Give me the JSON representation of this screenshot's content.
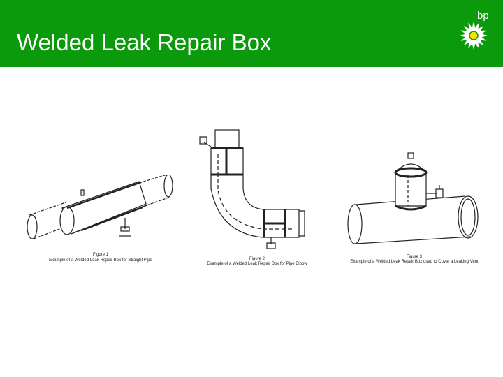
{
  "slide": {
    "title": "Welded Leak Repair Box",
    "logo_text": "bp",
    "header_color": "#0b9a0b",
    "logo_icon": "bp-helios-icon"
  },
  "figures": [
    {
      "number": "Figure 1",
      "caption": "Example of a Welded Leak Repair Box for Straight Pipe"
    },
    {
      "number": "Figure 2",
      "caption": "Example of a Welded Leak Repair Box for Pipe Elbow"
    },
    {
      "number": "Figure 3",
      "caption": "Example of a Welded Leak Repair Box used to Cover a Leaking Vent"
    }
  ]
}
